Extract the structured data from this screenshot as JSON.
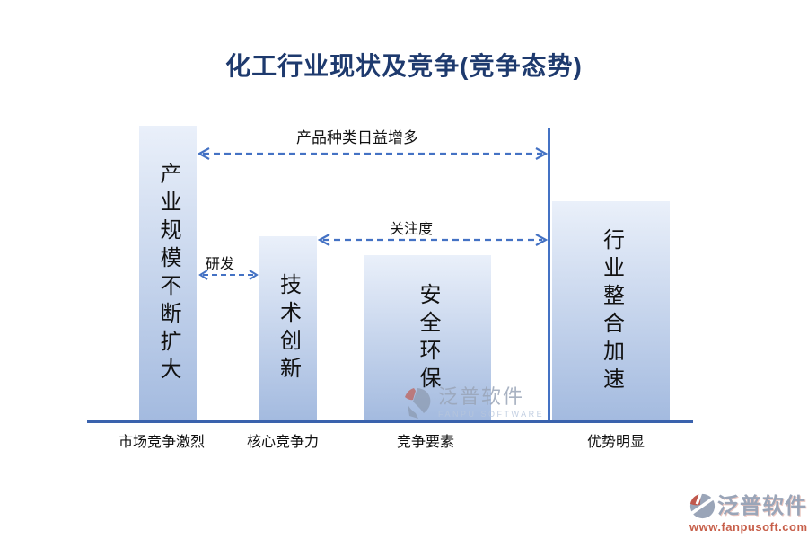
{
  "title": "化工行业现状及竞争(竞争态势)",
  "bars": [
    {
      "label": "产业规模不断扩大",
      "caption": "市场竞争激烈"
    },
    {
      "label": "技术创新",
      "caption": "核心竞争力"
    },
    {
      "label": "安全环保",
      "caption": "竞争要素"
    },
    {
      "label": "行业整合加速",
      "caption": "优势明显"
    }
  ],
  "arrows": [
    {
      "label": "产品种类日益增多"
    },
    {
      "label": "关注度"
    },
    {
      "label": "研发"
    }
  ],
  "watermark_center": {
    "name": "泛普软件",
    "subtitle": "FANPU SOFTWARE"
  },
  "watermark_corner": {
    "name": "泛普软件",
    "url": "www.fanpusoft.com"
  },
  "colors": {
    "accent": "#4472C4",
    "axis": "#3A62AD",
    "title": "#1E3A6E",
    "bar-top": "#EAF0FA",
    "bar-bottom": "#A3BADF",
    "ink": "#111111",
    "wm-gray": "#9AA5B8",
    "wm-red": "#C0584C",
    "wm-lightblue": "#B7C6DC",
    "url-red": "#C75F4A"
  }
}
